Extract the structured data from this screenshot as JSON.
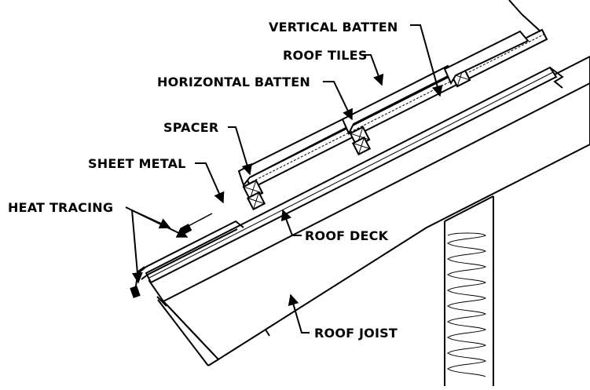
{
  "colors": {
    "ink": "#000000",
    "paper": "#ffffff"
  },
  "labels": {
    "vertical_batten": "VERTICAL BATTEN",
    "roof_tiles": "ROOF TILES",
    "horizontal_batten": "HORIZONTAL BATTEN",
    "spacer": "SPACER",
    "sheet_metal": "SHEET METAL",
    "heat_tracing": "HEAT TRACING",
    "roof_deck": "ROOF DECK",
    "roof_joist": "ROOF JOIST"
  }
}
